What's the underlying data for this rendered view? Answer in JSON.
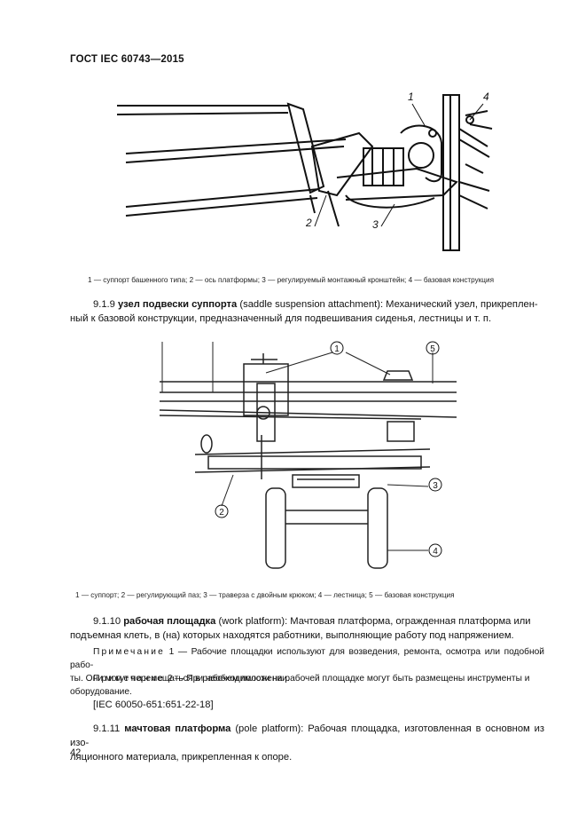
{
  "header": {
    "title": "ГОСТ IEC 60743—2015"
  },
  "figure1": {
    "labels": [
      "1",
      "2",
      "3",
      "4"
    ],
    "caption": "1 — суппорт башенного типа; 2 — ось платформы; 3 — регулируемый монтажный кронштейн; 4 — базовая конструкция"
  },
  "section_919": {
    "number": "9.1.9",
    "term": "узел подвески суппорта",
    "rest_line1": "(saddle suspension attachment): Механический узел, прикреплен-",
    "line2": "ный к базовой конструкции, предназначенный для подвешивания сиденья, лестницы и т. п."
  },
  "figure2": {
    "labels": [
      "1",
      "2",
      "3",
      "4",
      "5"
    ],
    "caption": "1 — суппорт; 2 — регулирующий паз; 3 — траверза с двойным крюком; 4 — лестница; 5 — базовая конструкция"
  },
  "section_9110": {
    "number": "9.1.10",
    "term": "рабочая площадка",
    "rest_line1": "(work platform): Мачтовая платформа, огражденная платформа или",
    "line2": "подъемная клеть, в (на) которых находятся работники, выполняющие работу под напряжением."
  },
  "note1": {
    "label": "Примечание",
    "line1": "1 — Рабочие площадки используют для возведения, ремонта, осмотра или подобной рабо-",
    "line2": "ты. Они могут перемещаться в рабочем положении."
  },
  "note2": {
    "label": "Примечание",
    "line1": "2 — При необходимости на рабочей площадке могут быть размещены инструменты и",
    "line2": "оборудование."
  },
  "reference": "[IEC 60050-651:651-22-18]",
  "section_9111": {
    "number": "9.1.11",
    "term": "мачтовая платформа",
    "rest_line1": "(pole platform): Рабочая площадка, изготовленная в основном из изо-",
    "line2": "ляционного материала, прикрепленная к опоре."
  },
  "page_number": "42"
}
